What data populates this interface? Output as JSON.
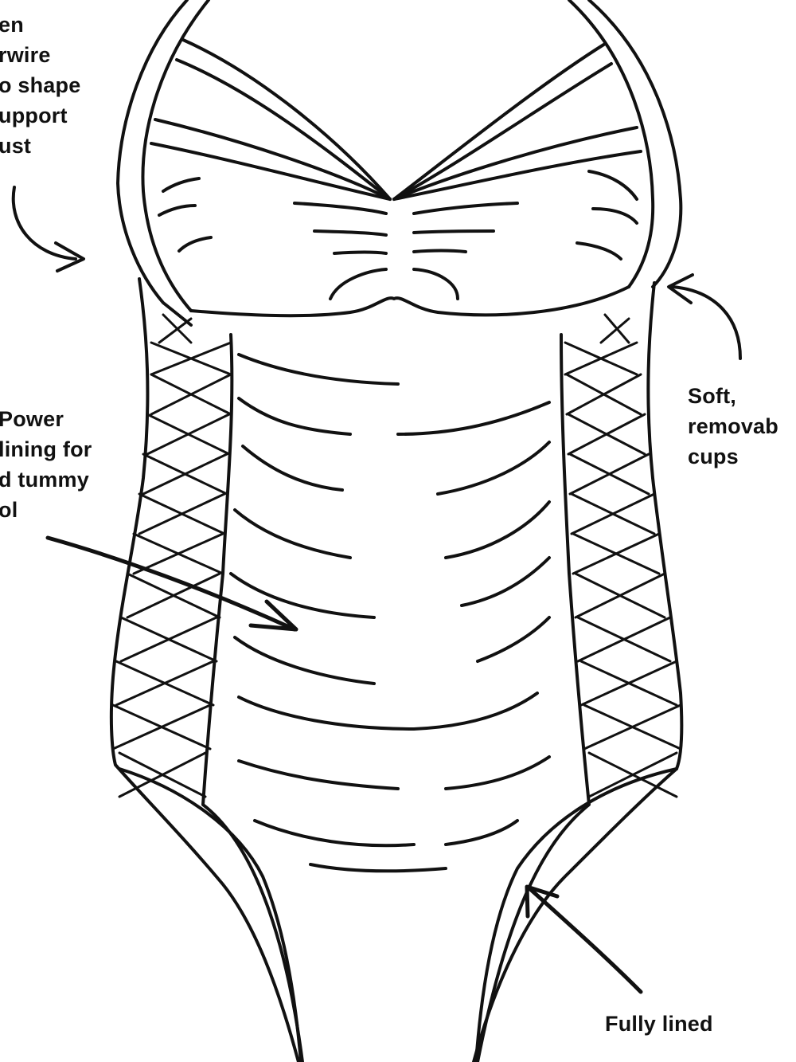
{
  "annotations": {
    "underwire": {
      "lines": [
        "en",
        "rwire",
        "o shape",
        "upport",
        "ust"
      ]
    },
    "power_lining": {
      "lines": [
        "Power",
        "lining for",
        "d tummy",
        "ol"
      ]
    },
    "cups": {
      "lines": [
        "Soft,",
        "removab",
        "cups"
      ]
    },
    "fully_lined": {
      "lines": [
        "Fully lined"
      ]
    }
  },
  "colors": {
    "ink": "#111111",
    "background": "#ffffff"
  }
}
